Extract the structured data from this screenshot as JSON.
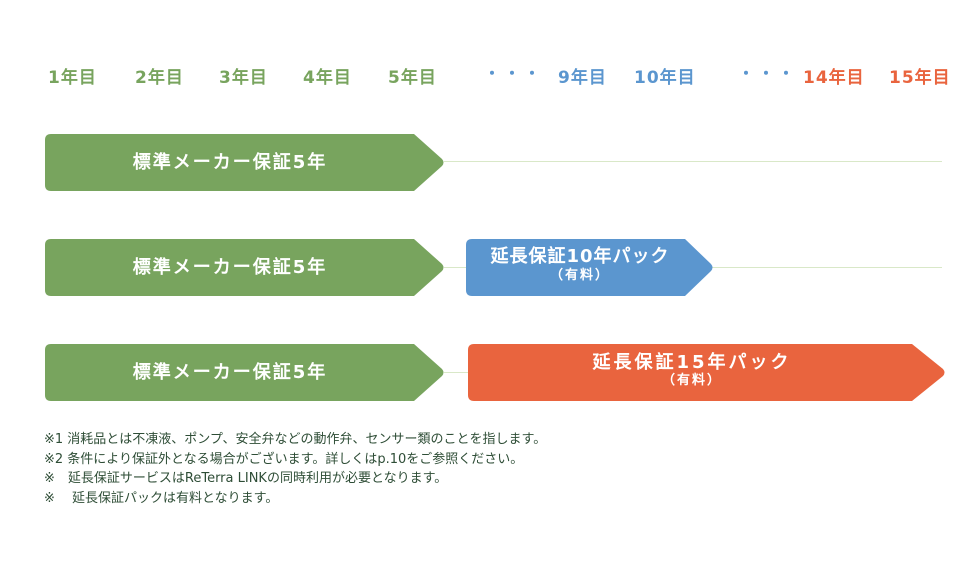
{
  "colors": {
    "green": "#78a45e",
    "blue": "#5b96cf",
    "orange": "#e9643e",
    "line": "#d9e8c8",
    "notes_text": "#2e4d36"
  },
  "years": {
    "green": [
      "1年目",
      "2年目",
      "3年目",
      "4年目",
      "5年目"
    ],
    "ellipsis": "・・・",
    "blue": [
      "9年目",
      "10年目"
    ],
    "orange": [
      "14年目",
      "15年目"
    ]
  },
  "rows": [
    {
      "standard": "標準メーカー保証5年"
    },
    {
      "standard": "標準メーカー保証5年",
      "extension": {
        "title": "延長保証10年パック",
        "note": "（有料）"
      }
    },
    {
      "standard": "標準メーカー保証5年",
      "extension": {
        "title": "延長保証15年パック",
        "note": "（有料）"
      }
    }
  ],
  "notes": [
    "※1 消耗品とは不凍液、ポンプ、安全弁などの動作弁、センサー類のことを指します。",
    "※2 条件により保証外となる場合がございます。詳しくはp.10をご参照ください。",
    "※　延長保証サービスはReTerra LINKの同時利用が必要となります。",
    "※　 延長保証パックは有料となります。"
  ]
}
